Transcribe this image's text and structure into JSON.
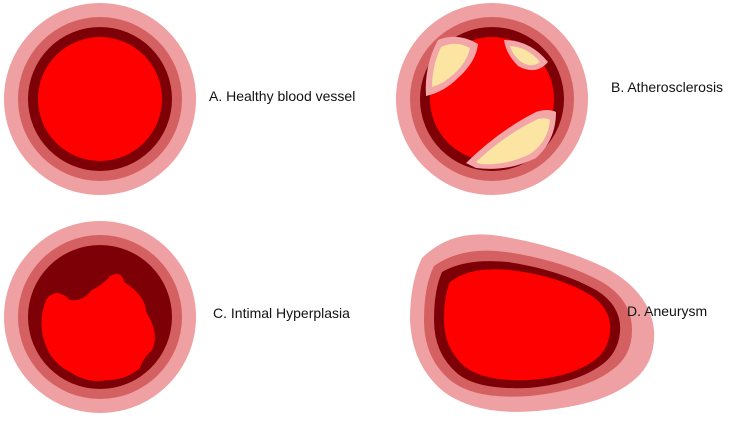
{
  "colors": {
    "adventitia": "#eea0a2",
    "media": "#d56062",
    "intima": "#7c0006",
    "lumen": "#ff0000",
    "plaque_fill": "#fce4a2",
    "plaque_rim": "#f2a6a8",
    "background": "#ffffff"
  },
  "panels": [
    {
      "id": "a",
      "label": "A. Healthy blood vessel"
    },
    {
      "id": "b",
      "label": "B. Atherosclerosis"
    },
    {
      "id": "c",
      "label": "C. Intimal Hyperplasia"
    },
    {
      "id": "d",
      "label": "D. Aneurysm"
    }
  ]
}
